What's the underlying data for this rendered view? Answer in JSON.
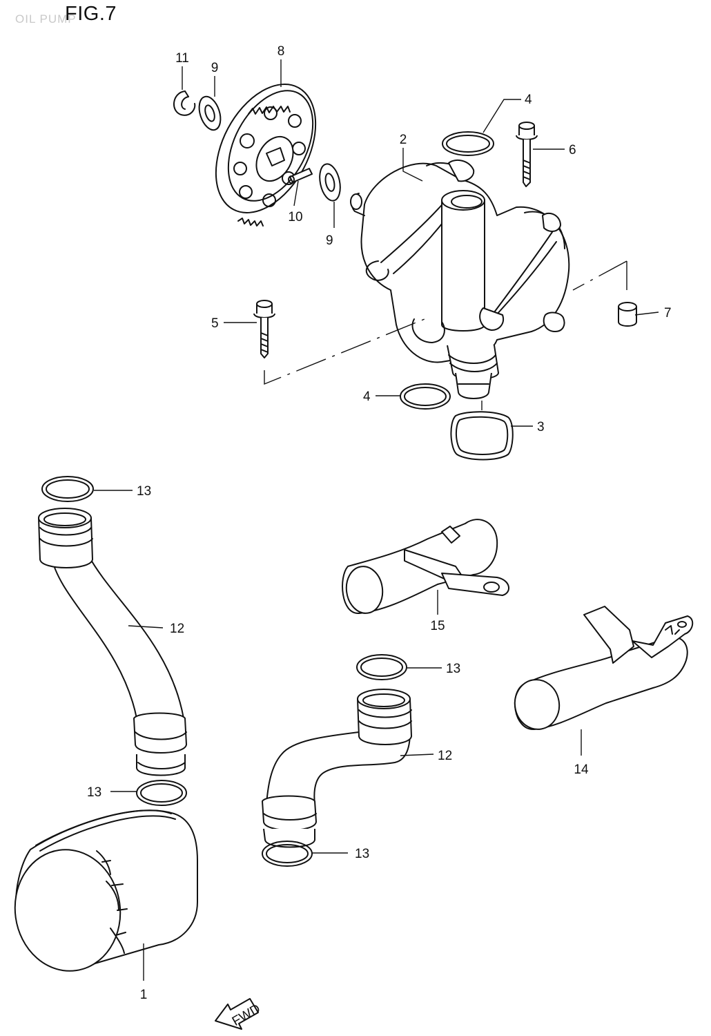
{
  "figure": {
    "title": "FIG.7",
    "ghost_text": "OIL PUMP"
  },
  "fwd_label": "FWD",
  "callouts": [
    {
      "id": "c1",
      "label": "1"
    },
    {
      "id": "c2",
      "label": "2"
    },
    {
      "id": "c3",
      "label": "3"
    },
    {
      "id": "c4a",
      "label": "4"
    },
    {
      "id": "c4b",
      "label": "4"
    },
    {
      "id": "c5",
      "label": "5"
    },
    {
      "id": "c6",
      "label": "6"
    },
    {
      "id": "c7",
      "label": "7"
    },
    {
      "id": "c8",
      "label": "8"
    },
    {
      "id": "c9a",
      "label": "9"
    },
    {
      "id": "c9b",
      "label": "9"
    },
    {
      "id": "c10",
      "label": "10"
    },
    {
      "id": "c11",
      "label": "11"
    },
    {
      "id": "c12a",
      "label": "12"
    },
    {
      "id": "c12b",
      "label": "12"
    },
    {
      "id": "c13a",
      "label": "13"
    },
    {
      "id": "c13b",
      "label": "13"
    },
    {
      "id": "c13c",
      "label": "13"
    },
    {
      "id": "c13d",
      "label": "13"
    },
    {
      "id": "c14",
      "label": "14"
    },
    {
      "id": "c15",
      "label": "15"
    }
  ]
}
